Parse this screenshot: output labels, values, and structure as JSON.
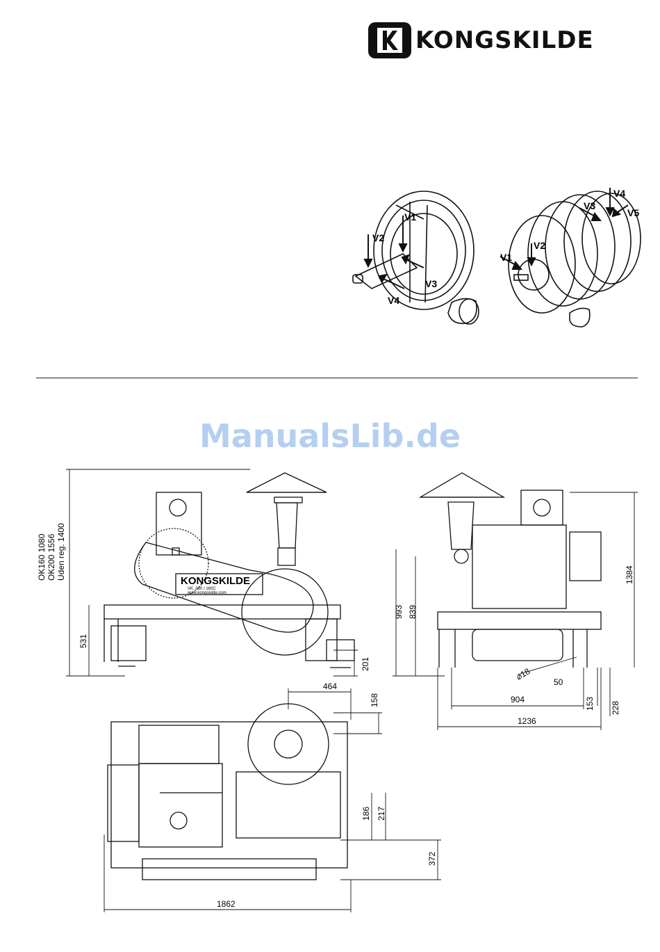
{
  "brand": {
    "name": "KONGSKILDE",
    "colors": {
      "ink": "#111111",
      "watermark": "#9cc0ea"
    }
  },
  "watermark": "ManualsLib.de",
  "vibration_figure": {
    "left_points": [
      "V1",
      "V2",
      "V3",
      "V4"
    ],
    "right_points": [
      "V1",
      "V2",
      "V3",
      "V4",
      "V5"
    ]
  },
  "front_view": {
    "rotated_table": [
      "OK160 1080",
      "OK200 1556",
      "Uden reg. 1400"
    ],
    "dims": {
      "d531": "531",
      "d201": "201"
    },
    "plate_text": [
      "KONGSKILDE",
      "VK. 080 / 160C",
      "www.kongskilde.com"
    ]
  },
  "side_view": {
    "dims": {
      "d993": "993",
      "d839": "839",
      "d1384": "1384",
      "d18": "18",
      "d50": "50",
      "d904": "904",
      "d153": "153",
      "d228": "228",
      "d1236": "1236"
    }
  },
  "top_view": {
    "dims": {
      "d464": "464",
      "d158": "158",
      "d186": "186",
      "d217": "217",
      "d372": "372",
      "d1862": "1862"
    }
  }
}
